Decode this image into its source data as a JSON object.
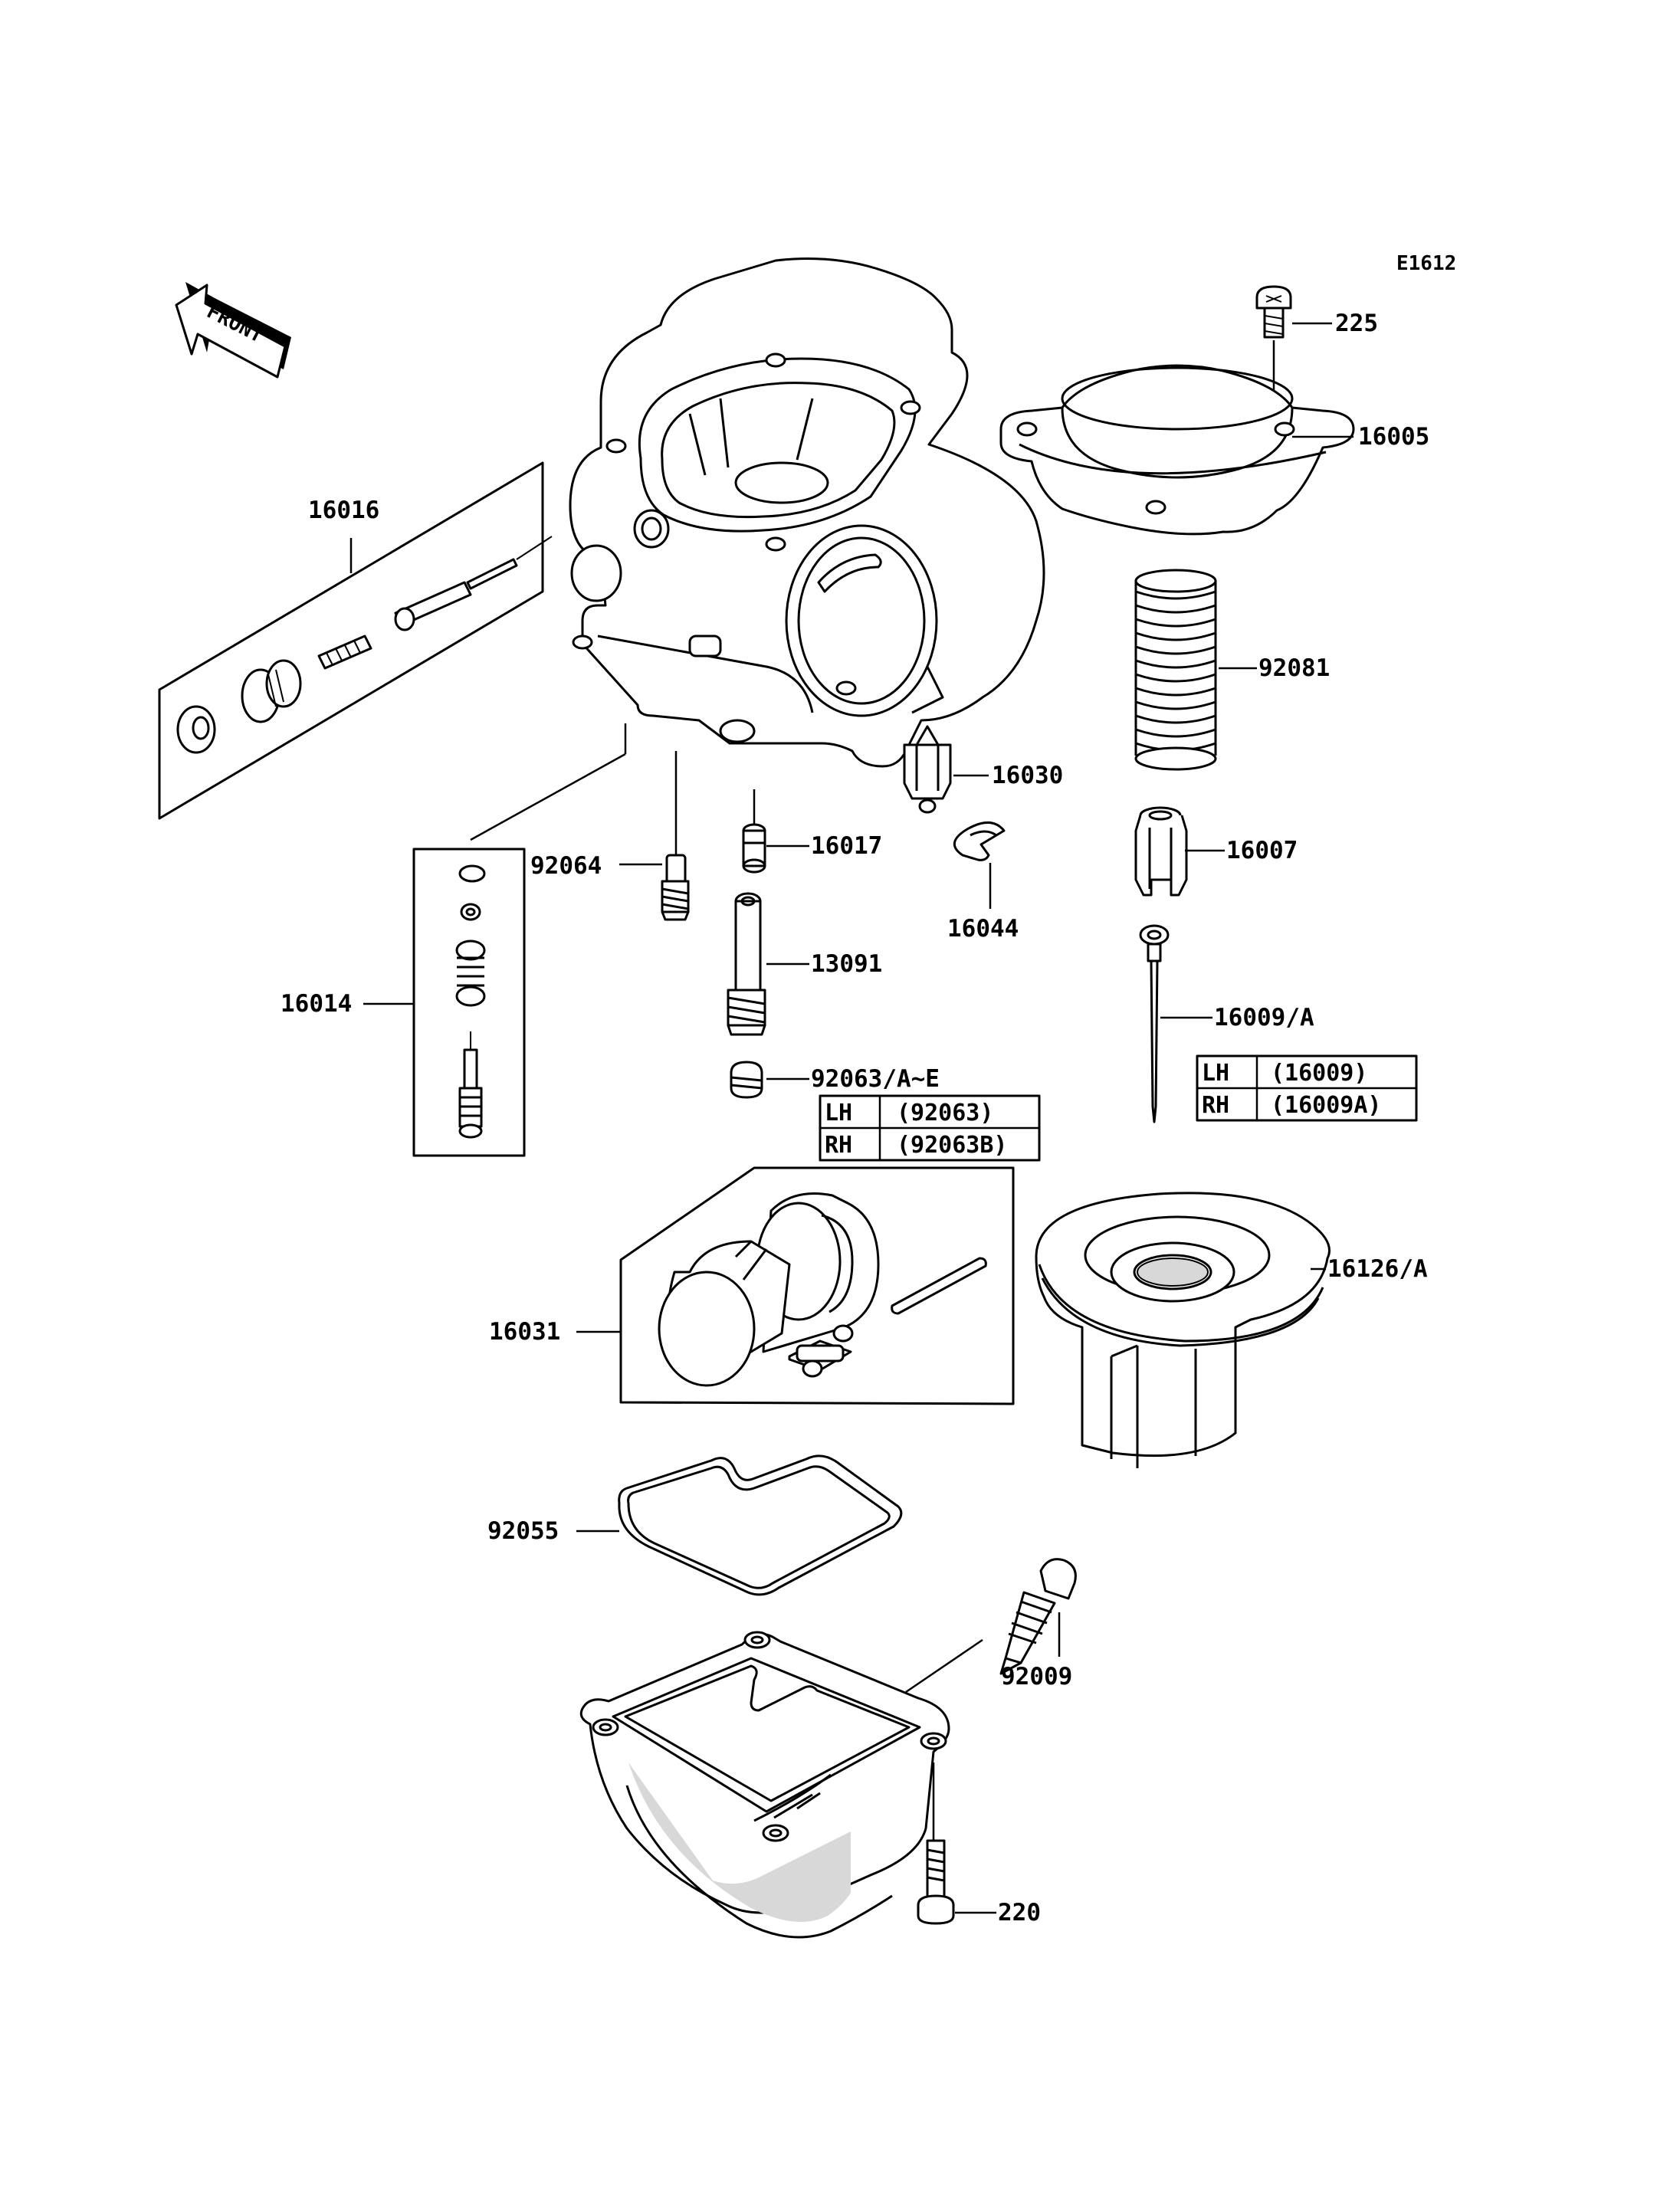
{
  "diagram_code": "E1612",
  "front_arrow_text": "FRONT",
  "callouts": {
    "p225": "225",
    "p16005": "16005",
    "p16016": "16016",
    "p92081": "92081",
    "p16030": "16030",
    "p92064": "92064",
    "p16017": "16017",
    "p16007": "16007",
    "p16044": "16044",
    "p13091": "13091",
    "p16014": "16014",
    "p16009": "16009/A",
    "p92063": "92063/A~E",
    "p16126": "16126/A",
    "p16031": "16031",
    "p92055": "92055",
    "p92009": "92009",
    "p220": "220"
  },
  "tables": {
    "t16009": [
      {
        "side": "LH",
        "part": "(16009)"
      },
      {
        "side": "RH",
        "part": "(16009A)"
      }
    ],
    "t92063": [
      {
        "side": "LH",
        "part": "(92063)"
      },
      {
        "side": "RH",
        "part": "(92063B)"
      }
    ]
  }
}
